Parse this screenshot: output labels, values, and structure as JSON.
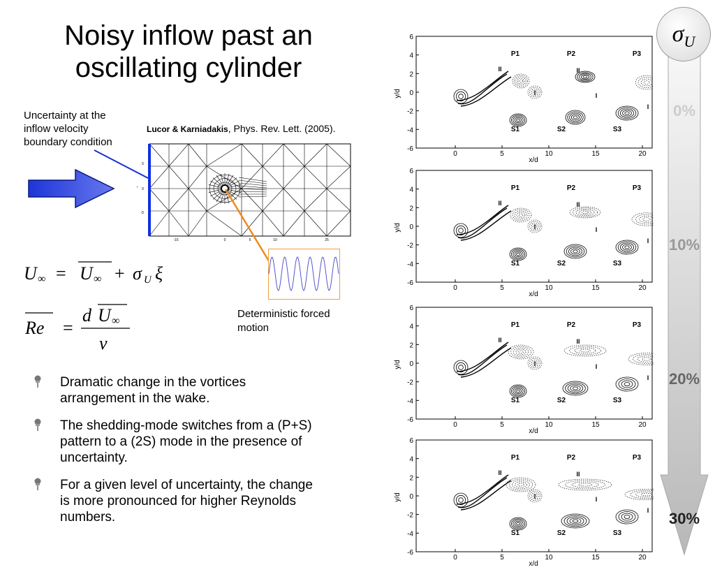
{
  "slide": {
    "title_line1": "Noisy inflow past an",
    "title_line2": "oscillating cylinder",
    "uncertainty_line1": "Uncertainty at the",
    "uncertainty_line2": "inflow velocity",
    "uncertainty_line3": "boundary condition",
    "ref_authors": "Lucor & Karniadakis",
    "ref_journal": ", Phys. Rev. Lett. (2005).",
    "motion_label_line1": "Deterministic forced",
    "motion_label_line2": "motion",
    "bullets": [
      [
        "Dramatic change in the vortices",
        "arrangement in the wake."
      ],
      [
        "The shedding-mode switches from a (P+S)",
        "pattern to a (2S) mode in the presence of",
        "uncertainty."
      ],
      [
        "For a given level of uncertainty, the change",
        "is more pronounced for higher Reynolds",
        "numbers."
      ]
    ],
    "sigma_symbol": "σ",
    "sigma_sub": "U",
    "sigma_levels": [
      "0%",
      "10%",
      "20%",
      "30%"
    ]
  },
  "mesh_ticks": {
    "x": [
      "-15",
      "0",
      "5",
      "10",
      "25"
    ],
    "y": [
      "5",
      "0",
      "-5"
    ],
    "ylabel": "y"
  },
  "plot_axes": {
    "yticks": [
      "6",
      "4",
      "2",
      "0",
      "-2",
      "-4",
      "-6"
    ],
    "xticks": [
      "0",
      "5",
      "10",
      "15",
      "20"
    ],
    "xlabel": "x/d",
    "ylabel": "y/d"
  },
  "plot_labels": {
    "p1": "P1",
    "p2": "P2",
    "p3": "P3",
    "s1": "S1",
    "s2": "S2",
    "s3": "S3",
    "II": "II",
    "I": "I"
  }
}
